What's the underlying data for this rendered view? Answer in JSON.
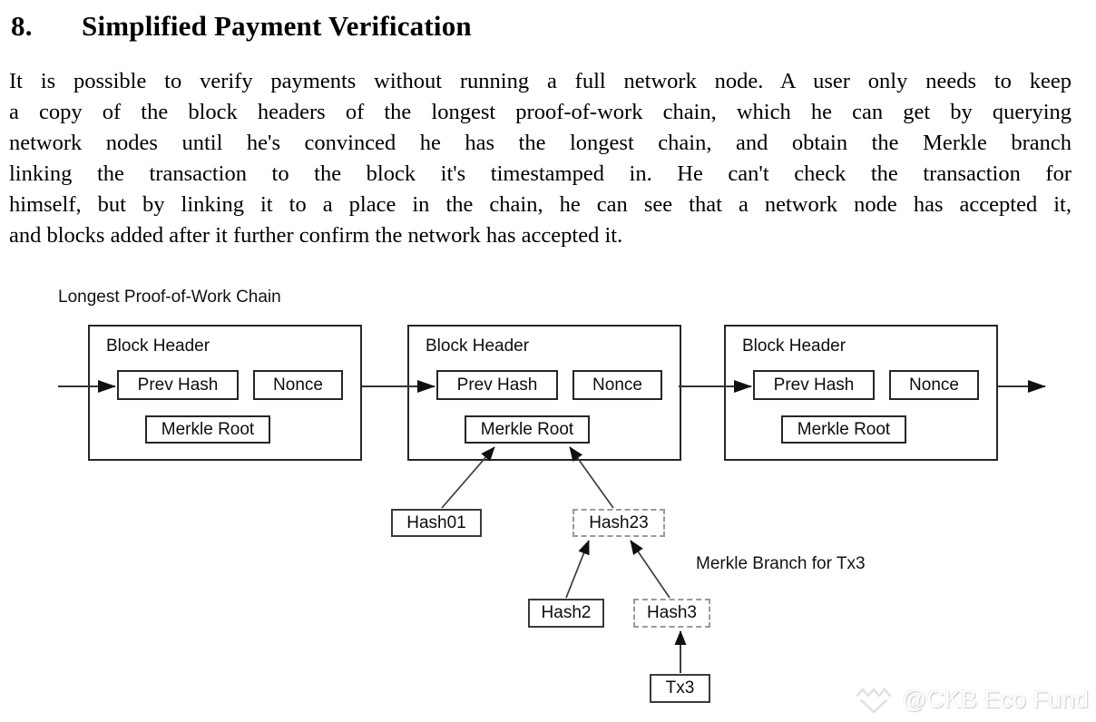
{
  "heading": {
    "number": "8.",
    "title": "Simplified Payment Verification"
  },
  "paragraph": {
    "lines": [
      "It is possible to verify payments without running a full network node.  A user only needs to keep",
      "a copy of the block headers of the longest proof-of-work chain, which he can get by querying",
      "network nodes until he's convinced he has the longest chain, and obtain the Merkle branch",
      "linking the transaction to the block it's timestamped in.  He can't check the transaction for",
      "himself, but by linking it to a place in the chain, he can see that a network node has accepted it,",
      "and blocks added after it further confirm the network has accepted it."
    ]
  },
  "diagram": {
    "chain_label": "Longest Proof-of-Work Chain",
    "branch_label": "Merkle Branch for Tx3",
    "blocks": [
      {
        "header_label": "Block Header",
        "prev_hash_label": "Prev Hash",
        "nonce_label": "Nonce",
        "merkle_root_label": "Merkle Root"
      },
      {
        "header_label": "Block Header",
        "prev_hash_label": "Prev Hash",
        "nonce_label": "Nonce",
        "merkle_root_label": "Merkle Root"
      },
      {
        "header_label": "Block Header",
        "prev_hash_label": "Prev Hash",
        "nonce_label": "Nonce",
        "merkle_root_label": "Merkle Root"
      }
    ],
    "merkle_nodes": {
      "hash01": "Hash01",
      "hash23": "Hash23",
      "hash2": "Hash2",
      "hash3": "Hash3",
      "tx3": "Tx3"
    },
    "colors": {
      "box_border": "#262626",
      "dashed_border": "#9a9a9a",
      "line": "#333333",
      "arrowhead": "#111111"
    }
  },
  "watermark": {
    "icon": "ckb-diamond-icon",
    "text": "@CKB Eco Fund"
  }
}
